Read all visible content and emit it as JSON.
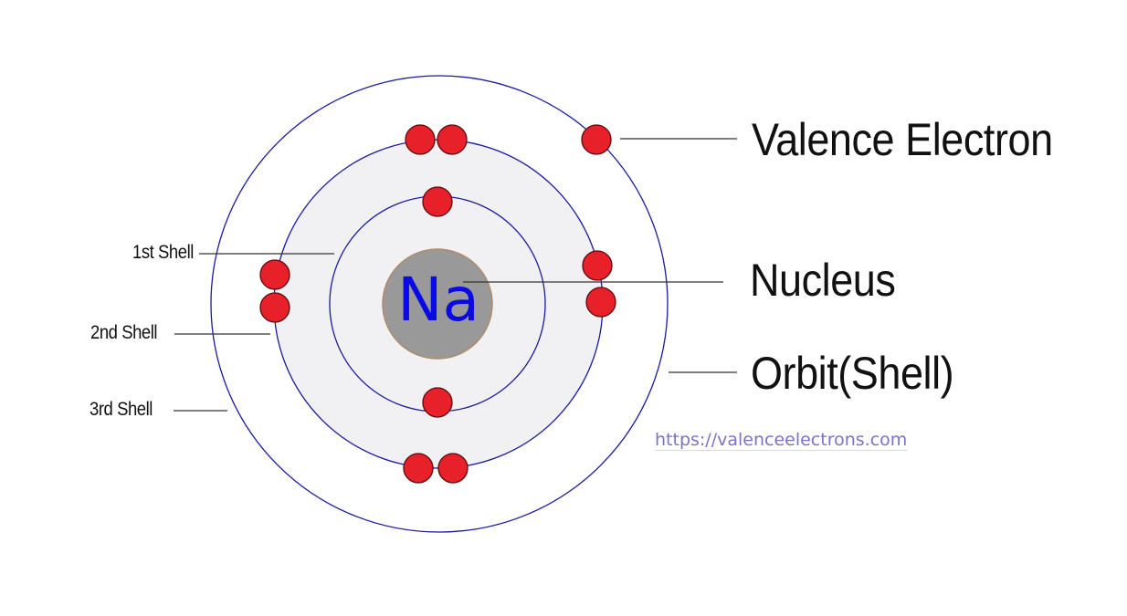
{
  "diagram": {
    "element_symbol": "Na",
    "labels": {
      "valence_electron": "Valence Electron",
      "nucleus": "Nucleus",
      "orbit": "Orbit(Shell)",
      "shell1": "1st Shell",
      "shell2": "2nd Shell",
      "shell3": "3rd Shell"
    },
    "watermark_url": "https://valenceelectrons.com",
    "shells": [
      {
        "name": "1st Shell",
        "electrons": 2
      },
      {
        "name": "2nd Shell",
        "electrons": 8
      },
      {
        "name": "3rd Shell",
        "electrons": 1
      }
    ],
    "colors": {
      "orbit": "#1a1a9e",
      "electron": "#e8202a",
      "nucleus": "#999999",
      "symbol": "#0a0ae6",
      "shell_fill": "#f1f1f3"
    }
  }
}
